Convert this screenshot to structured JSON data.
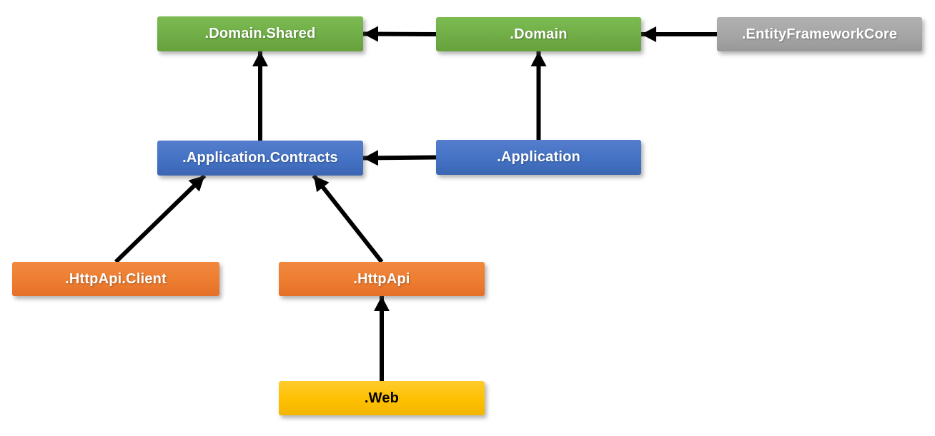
{
  "page": {
    "background": "#FFFFFF"
  },
  "diagram": {
    "type": "dependency-diagram",
    "arrow_color": "#000000",
    "nodes": [
      {
        "id": "domain-shared",
        "label": ".Domain.Shared",
        "fill": "#70AD47",
        "fill_top": "#7CBB52",
        "fill_bottom": "#66A13C",
        "text_color": "#FFFFFF"
      },
      {
        "id": "domain",
        "label": ".Domain",
        "fill": "#70AD47",
        "fill_top": "#7CBB52",
        "fill_bottom": "#66A13C",
        "text_color": "#FFFFFF"
      },
      {
        "id": "entityframeworkcore",
        "label": ".EntityFrameworkCore",
        "fill": "#A5A5A5",
        "fill_top": "#B1B1B1",
        "fill_bottom": "#989898",
        "text_color": "#FFFFFF"
      },
      {
        "id": "application-contracts",
        "label": ".Application.Contracts",
        "fill": "#4472C4",
        "fill_top": "#557DCC",
        "fill_bottom": "#3B66B2",
        "text_color": "#FFFFFF"
      },
      {
        "id": "application",
        "label": ".Application",
        "fill": "#4472C4",
        "fill_top": "#557DCC",
        "fill_bottom": "#3B66B2",
        "text_color": "#FFFFFF"
      },
      {
        "id": "httpapi-client",
        "label": ".HttpApi.Client",
        "fill": "#ED7D31",
        "fill_top": "#F0883D",
        "fill_bottom": "#E56F27",
        "text_color": "#FFFFFF"
      },
      {
        "id": "httpapi",
        "label": ".HttpApi",
        "fill": "#ED7D31",
        "fill_top": "#F0883D",
        "fill_bottom": "#E56F27",
        "text_color": "#FFFFFF"
      },
      {
        "id": "web",
        "label": ".Web",
        "fill": "#FFC000",
        "fill_top": "#FFCB2D",
        "fill_bottom": "#F2B600",
        "text_color": "#000000"
      }
    ],
    "edges": [
      {
        "from": "domain",
        "from_anchor": "left",
        "to": "domain-shared",
        "to_anchor": "right"
      },
      {
        "from": "entityframeworkcore",
        "from_anchor": "left",
        "to": "domain",
        "to_anchor": "right"
      },
      {
        "from": "application-contracts",
        "from_anchor": "top",
        "to": "domain-shared",
        "to_anchor": "bottom"
      },
      {
        "from": "application",
        "from_anchor": "top",
        "to": "domain",
        "to_anchor": "bottom"
      },
      {
        "from": "application",
        "from_anchor": "left",
        "to": "application-contracts",
        "to_anchor": "right"
      },
      {
        "from": "httpapi-client",
        "from_anchor": "top",
        "to": "application-contracts",
        "to_anchor": "bottom",
        "to_frac": 0.23
      },
      {
        "from": "httpapi",
        "from_anchor": "top",
        "to": "application-contracts",
        "to_anchor": "bottom",
        "to_frac": 0.76
      },
      {
        "from": "web",
        "from_anchor": "top",
        "to": "httpapi",
        "to_anchor": "bottom"
      }
    ]
  }
}
